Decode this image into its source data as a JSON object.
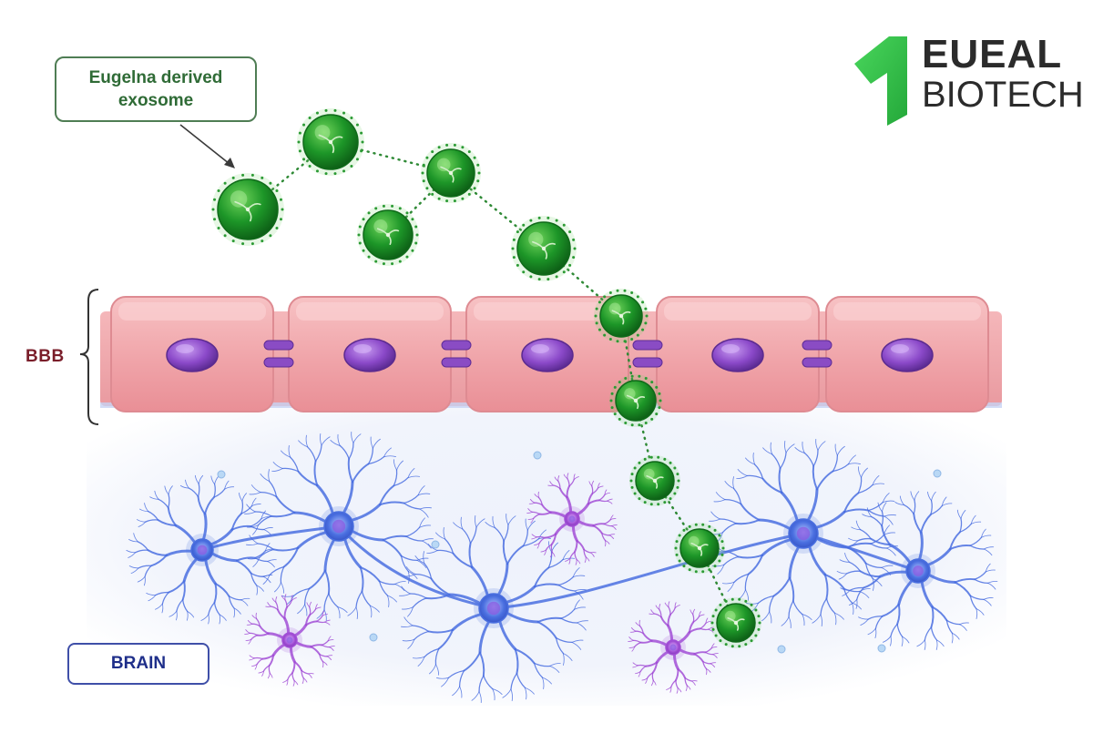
{
  "callout": {
    "text_line1": "Eugelna derived",
    "text_line2": "exosome"
  },
  "bbb_label": "BBB",
  "brain_label": "BRAIN",
  "logo": {
    "line1": "EUEAL",
    "line2": "BIOTECH",
    "mark": "1",
    "mark_color": "#35c24a"
  },
  "colors": {
    "exosome_green": "#1f8f2a",
    "cell_pink": "#f2a9ad",
    "nucleus_purple": "#8a4cc4",
    "neuron_blue": "#4a6fe0",
    "glia_purple": "#a24fd6"
  }
}
